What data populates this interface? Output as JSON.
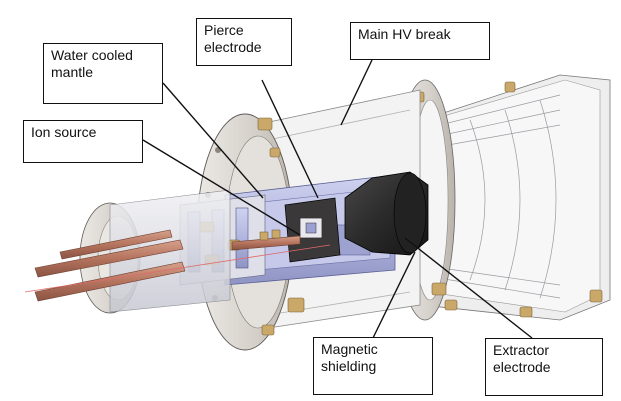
{
  "labels": {
    "ion_source": "Ion source",
    "water_cooled_mantle": "Water cooled\nmantle",
    "pierce_electrode": "Pierce\nelectrode",
    "main_hv_break": "Main HV break",
    "magnetic_shielding": "Magnetic\nshielding",
    "extractor_electrode": "Extractor\nelectrode"
  },
  "colors": {
    "flange": "#d9d5d0",
    "flange_shadow": "#b8b2ab",
    "bolt_gold": "#c9a86a",
    "blue_metal": "#b9bde0",
    "blue_metal_dark": "#8d92c2",
    "copper": "#b5745e",
    "extractor_black": "#2b2a2a",
    "line": "#111111"
  }
}
